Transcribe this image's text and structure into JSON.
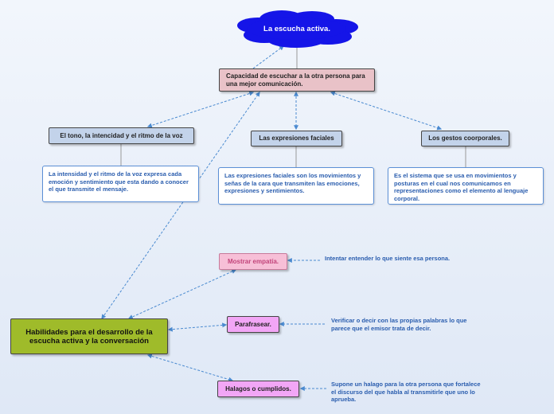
{
  "diagram": {
    "title": "La escucha activa.",
    "capacity": "Capacidad de escuchar a la otra persona para una mejor comunicación.",
    "branches": [
      {
        "label": "El tono, la intencidad y el ritmo de la voz",
        "note": "La intensidad y el ritmo de la voz expresa cada emoción y sentimiento que esta dando a conocer el que transmite el mensaje."
      },
      {
        "label": "Las expresiones faciales",
        "note": "Las expresiones faciales son los movimientos y señas de la cara que transmiten las emociones, expresiones y sentimientos."
      },
      {
        "label": "Los gestos coorporales.",
        "note": "Es el sistema que se usa en movimientos y posturas en el cual nos comunicamos en representaciones como el elemento al lenguaje corporal."
      }
    ],
    "skills": {
      "label": "Habilidades para el desarrollo de la escucha activa y la conversación",
      "items": [
        {
          "label": "Mostrar empatía.",
          "note": "Intentar entender lo que siente esa persona."
        },
        {
          "label": "Parafrasear.",
          "note": "Verificar o decir con las propias palabras lo que parece que el emisor trata de decir."
        },
        {
          "label": "Halagos o cumplidos.",
          "note": "Supone un halago para la otra persona que fortalece el discurso del que habla al transmitirle que uno lo aprueba."
        }
      ]
    }
  },
  "colors": {
    "cloud": "#1515e8",
    "capacity_fill": "#e9c2c8",
    "branch_fill": "#c3d3ea",
    "skills_fill": "#9fbb2a",
    "empathy_fill": "#f7bfd7",
    "empathy_text": "#c2447a",
    "violet_fill": "#f2a6f6",
    "connector": "#4a8ad0",
    "note_text": "#2a5dae"
  }
}
